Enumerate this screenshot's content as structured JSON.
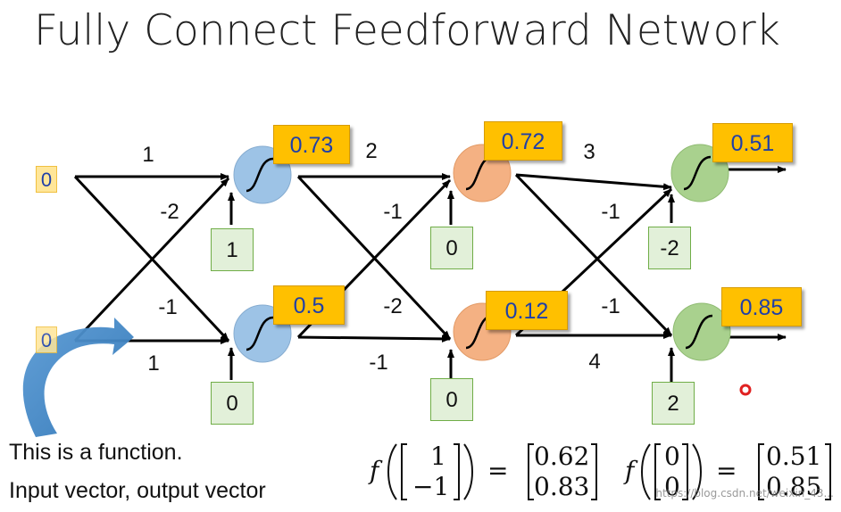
{
  "title": "Fully Connect Feedforward Network",
  "inputs": [
    "0",
    "0"
  ],
  "layers": [
    {
      "color": "#9dc3e6",
      "weights": [
        "1",
        "-2",
        "-1",
        "1"
      ],
      "outputs": [
        "0.73",
        "0.5"
      ],
      "biases": [
        "1",
        "0"
      ]
    },
    {
      "color": "#f4b183",
      "weights": [
        "2",
        "-1",
        "-2",
        "-1"
      ],
      "outputs": [
        "0.72",
        "0.12"
      ],
      "biases": [
        "0",
        "0"
      ]
    },
    {
      "color": "#a9d18e",
      "weights": [
        "3",
        "-1",
        "-1",
        "4"
      ],
      "outputs": [
        "0.51",
        "0.85"
      ],
      "biases": [
        "-2",
        "2"
      ]
    }
  ],
  "notes": [
    "This is a function.",
    "Input vector, output vector"
  ],
  "formula1": {
    "f": "f",
    "in_top": "1",
    "in_bottom": "−1",
    "eq": "=",
    "out_top": "0.62",
    "out_bottom": "0.83"
  },
  "formula2": {
    "f": "f",
    "in_top": "0",
    "in_bottom": "0",
    "eq": "=",
    "out_top": "0.51",
    "out_bottom": "0.85"
  },
  "watermark": "https://blog.csdn.net/weixin_43...",
  "colors": {
    "output_box": "#ffc000",
    "input_box": "#ffe699",
    "bias_box": "#e2f0d9",
    "arrow": "#2e75b6"
  }
}
